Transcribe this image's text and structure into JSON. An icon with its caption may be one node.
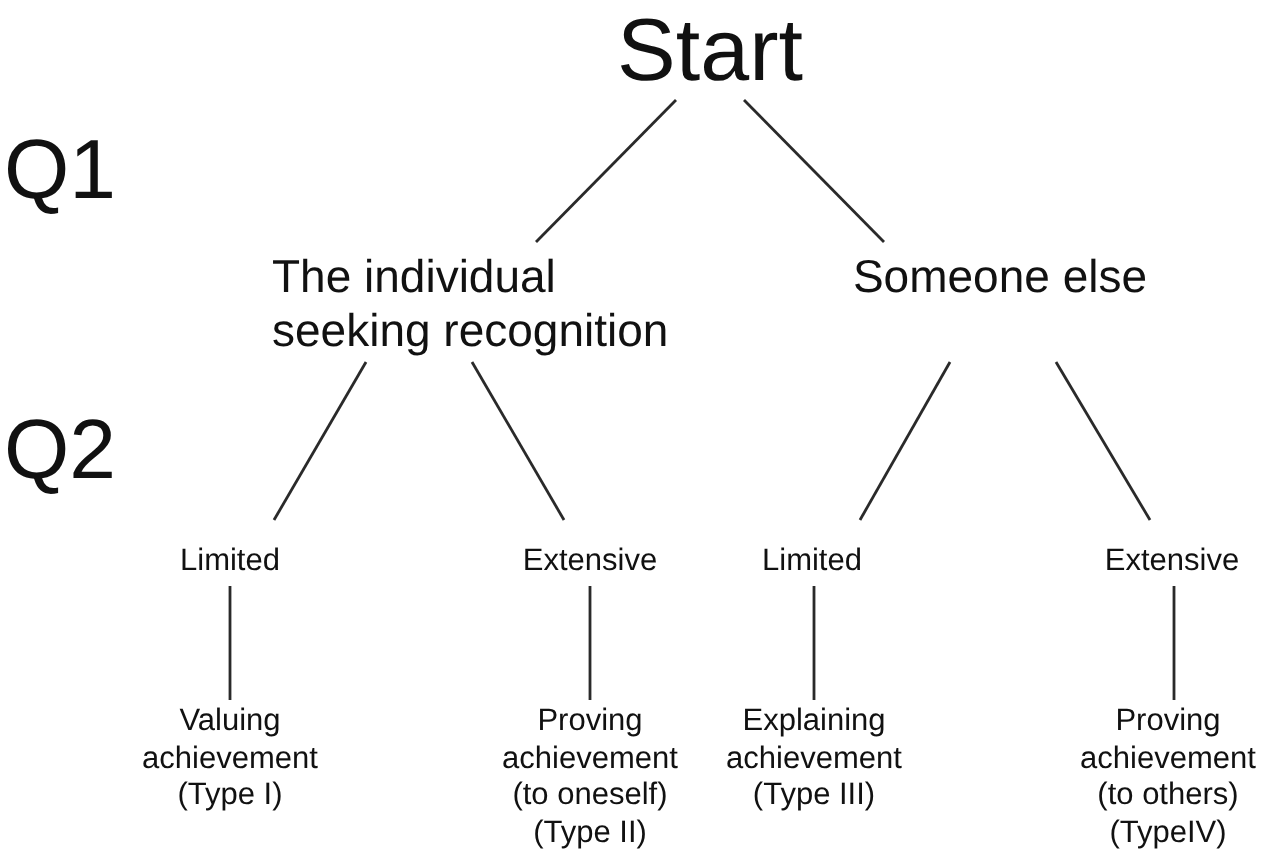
{
  "diagram": {
    "nodes": [
      {
        "text": [
          "Start"
        ]
      },
      {
        "text": [
          "The individual seeking recognition"
        ]
      },
      {
        "text": [
          "Someone else"
        ]
      },
      {
        "text": [
          "Limited"
        ]
      },
      {
        "text": [
          "Extensive"
        ]
      },
      {
        "text": [
          "Limited"
        ]
      },
      {
        "text": [
          "Extensive"
        ]
      },
      {
        "text": [
          "Valuing achievement (Type I)"
        ]
      },
      {
        "text": [
          "Proving achievement (to oneself) (Type II)"
        ]
      },
      {
        "text": [
          "Explaining achievement (Type III)"
        ]
      },
      {
        "text": [
          "Proving achievement (to others) (TypeIV)"
        ]
      }
    ],
    "edges": [
      {
        "from": 0,
        "to": 1,
        "arrow": "none"
      },
      {
        "from": 0,
        "to": 2,
        "arrow": "none"
      },
      {
        "from": 1,
        "to": 3,
        "arrow": "none"
      },
      {
        "from": 1,
        "to": 4,
        "arrow": "none"
      },
      {
        "from": 2,
        "to": 5,
        "arrow": "none"
      },
      {
        "from": 2,
        "to": 6,
        "arrow": "none"
      },
      {
        "from": 3,
        "to": 7,
        "arrow": "none"
      },
      {
        "from": 4,
        "to": 8,
        "arrow": "none"
      },
      {
        "from": 5,
        "to": 9,
        "arrow": "none"
      },
      {
        "from": 6,
        "to": 10,
        "arrow": "none"
      }
    ],
    "labels": [
      "Q1",
      "Q2"
    ]
  }
}
